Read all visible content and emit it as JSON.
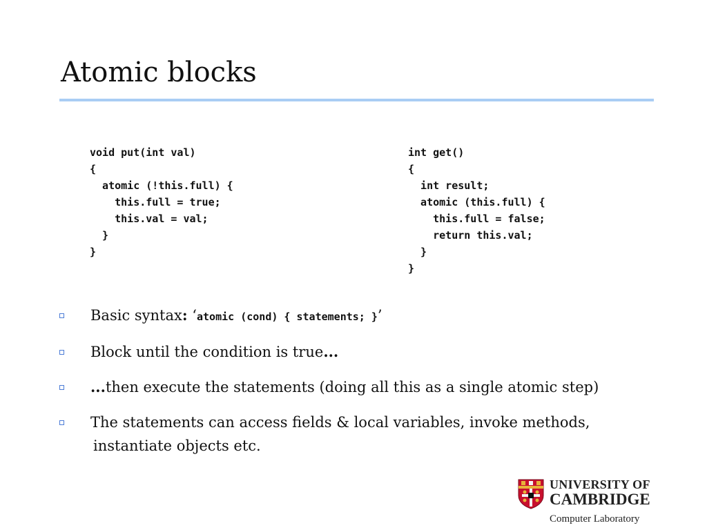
{
  "slide": {
    "title": "Atomic blocks"
  },
  "code": {
    "left": "void put(int val)\n{\n  atomic (!this.full) {\n    this.full = true;\n    this.val = val;\n  }\n}",
    "right": "int get()\n{\n  int result;\n  atomic (this.full) {\n    this.full = false;\n    return this.val;\n  }\n}"
  },
  "bullets": [
    {
      "prefix": "Basic syntax",
      "colon": ":",
      "open_quote": " ‘",
      "code": "atomic (cond) { statements; }",
      "close_quote": "’"
    },
    {
      "text": "Block until the condition is true",
      "ellipsis": "..."
    },
    {
      "ellipsis": "...",
      "text": "then execute the statements (doing all this as a single atomic step)"
    },
    {
      "text": "The statements can access fields & local variables, invoke methods,",
      "continuation": "instantiate objects etc."
    }
  ],
  "logo": {
    "line1": "UNIVERSITY OF",
    "line2": "CAMBRIDGE",
    "department": "Computer Laboratory"
  },
  "colors": {
    "rule": "#a9cdf4",
    "bullet_marker": "#4a7bd6",
    "shield_red": "#c8102e",
    "shield_gold": "#e8b33a"
  }
}
